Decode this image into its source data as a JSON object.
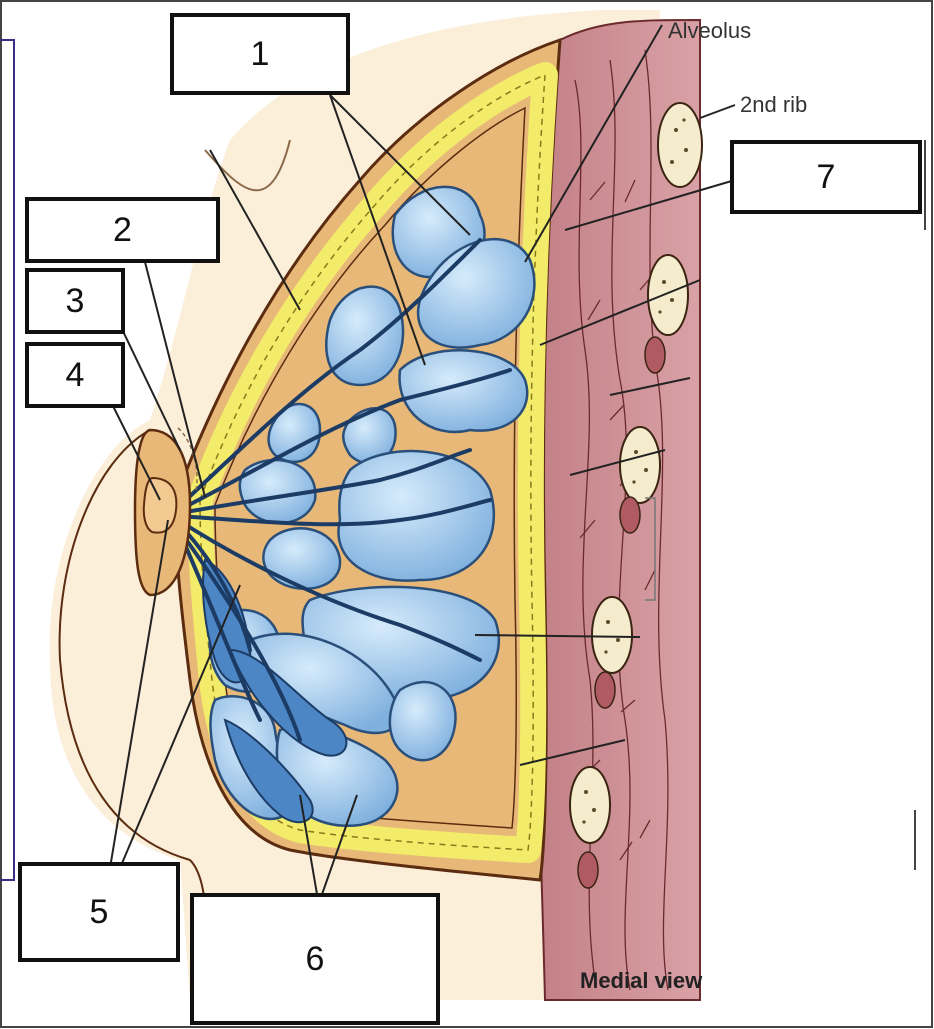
{
  "labels": {
    "alveolus": "Alveolus",
    "rib": "2nd rib",
    "view": "Medial view"
  },
  "boxes": {
    "b1": "1",
    "b2": "2",
    "b3": "3",
    "b4": "4",
    "b5": "5",
    "b6": "6",
    "b7": "7"
  },
  "colors": {
    "skin": "#f8e2b8",
    "fat": "#f2ec6a",
    "lobule": "#a8cdef",
    "duct": "#3b6ea8",
    "muscle": "#c88a8f",
    "rib_bone": "#f4eccd",
    "outline": "#5b2c10",
    "frame": "#3a2f86"
  }
}
